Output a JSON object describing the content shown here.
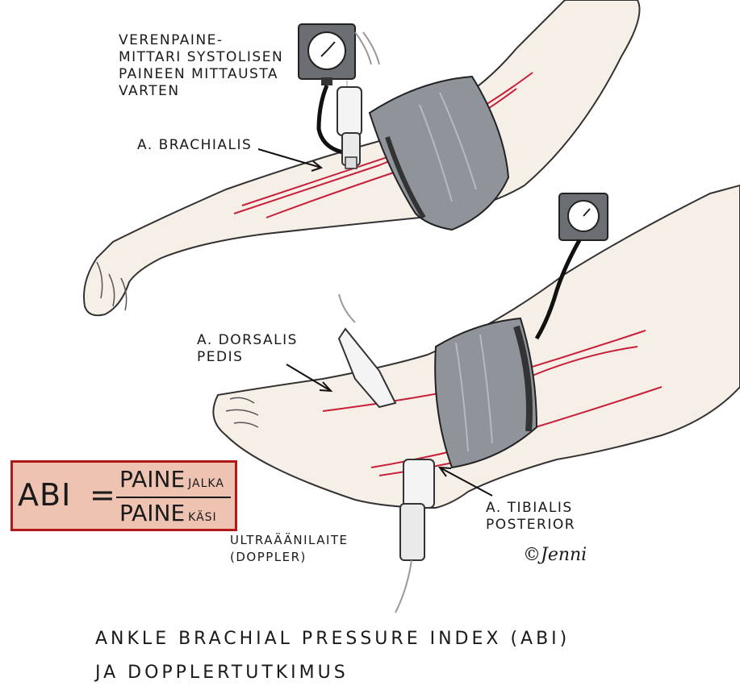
{
  "labels": {
    "bp_monitor": [
      "VERENPAINE-",
      "MITTARI SYSTOLISEN",
      "PAINEEN MITTAUSTA",
      "VARTEN"
    ],
    "brachialis": "A. BRACHIALIS",
    "dorsalis": [
      "A. DORSALIS",
      "PEDIS"
    ],
    "tibialis": [
      "A. TIBIALIS",
      "POSTERIOR"
    ],
    "doppler": [
      "ULTRAÄÄNILAITE",
      "(DOPPLER)"
    ]
  },
  "formula": {
    "lhs": "ABI",
    "equals": "=",
    "numerator": "PAINE",
    "numerator_sub": "JALKA",
    "denominator": "PAINE",
    "denominator_sub": "KÄSI"
  },
  "signature": "©Jenni",
  "title": {
    "line1": "ANKLE BRACHIAL PRESSURE INDEX (ABI)",
    "line2": "JA DOPPLERTUTKIMUS"
  },
  "colors": {
    "artery": "#c8203a",
    "formula_bg": "#efc3b2",
    "formula_border": "#b31818",
    "cuff": "#8e949a",
    "skin": "#f3ece4"
  }
}
